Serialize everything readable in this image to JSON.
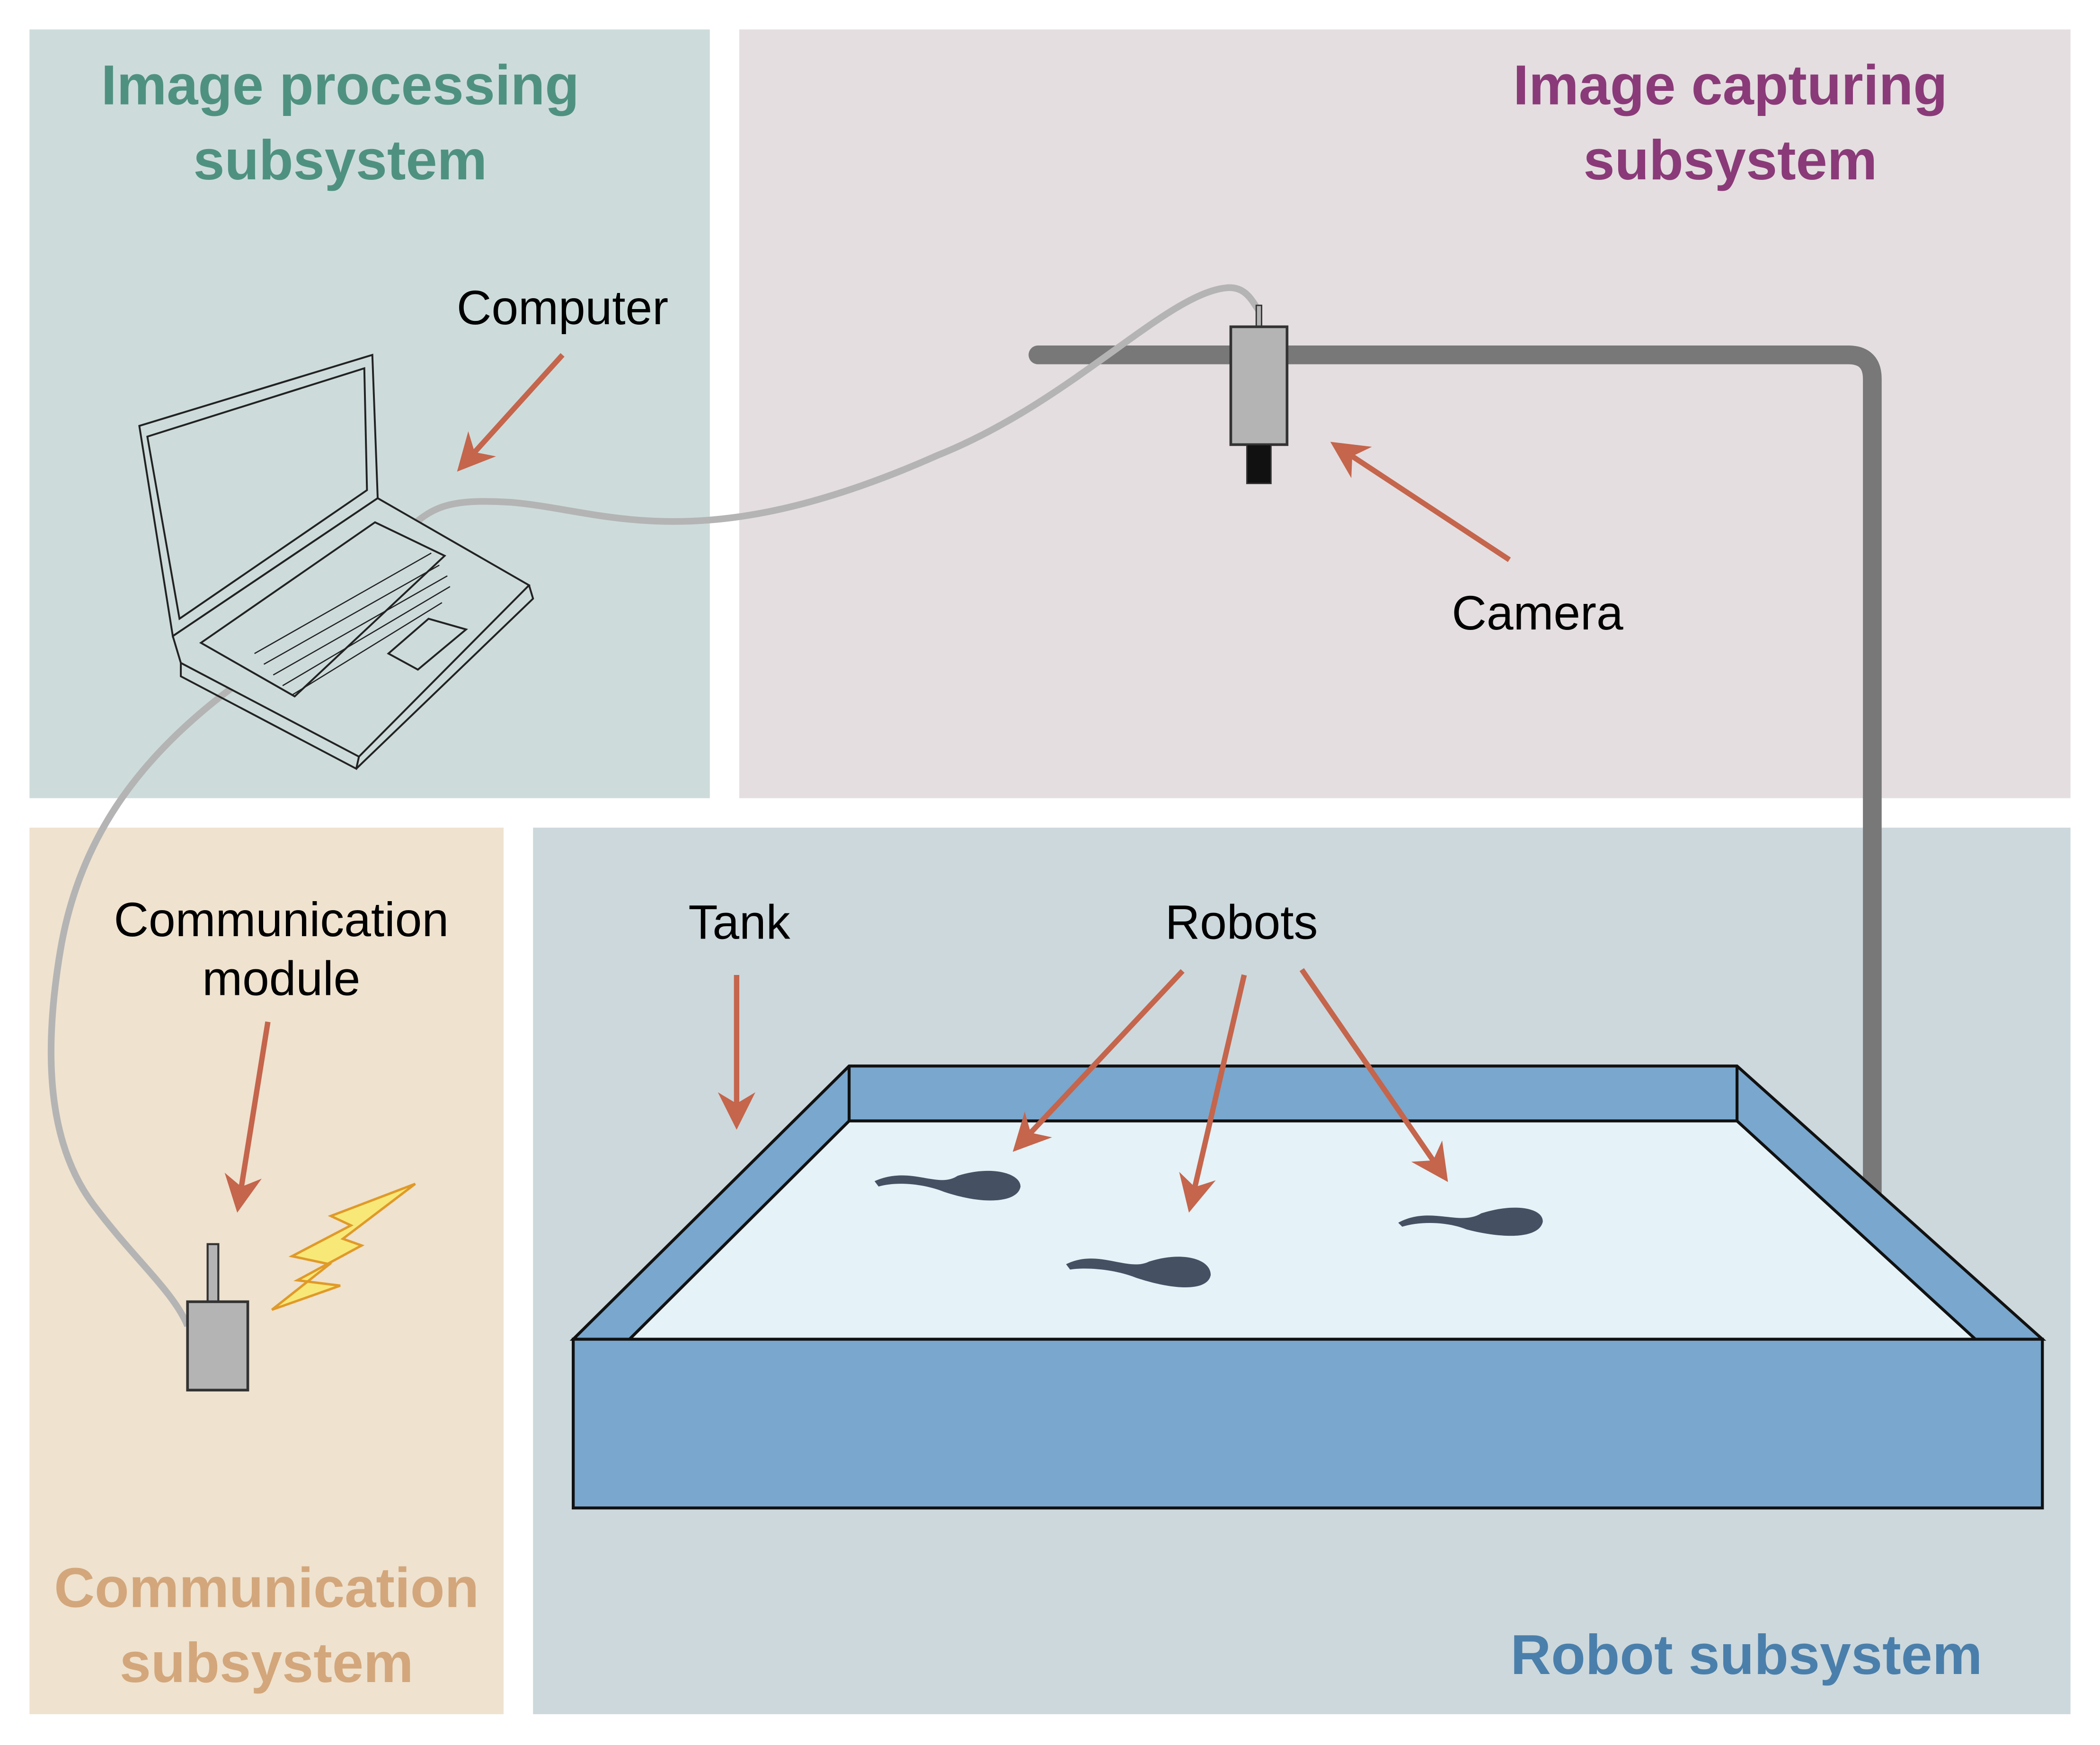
{
  "panels": {
    "image_processing": {
      "title_line1": "Image processing",
      "title_line2": "subsystem",
      "color": "#4f9180",
      "bg": "#cddcdb"
    },
    "image_capturing": {
      "title_line1": "Image capturing",
      "title_line2": "subsystem",
      "color": "#8a3a78",
      "bg": "#e4dee0"
    },
    "communication": {
      "title_line1": "Communication",
      "title_line2": "subsystem",
      "color": "#d3a77b",
      "bg": "#efe2cf"
    },
    "robot": {
      "title": "Robot subsystem",
      "color": "#4a7fab",
      "bg": "#cdd8dc"
    }
  },
  "labels": {
    "computer": "Computer",
    "camera": "Camera",
    "communication_module_line1": "Communication",
    "communication_module_line2": "module",
    "tank": "Tank",
    "robots": "Robots"
  },
  "colors": {
    "arrow": "#c4654c",
    "cable": "#b4b4b4",
    "mount": "#787878",
    "tank_wall": "#79a7cd",
    "water": "#e5f2f7",
    "robot_body": "#465063",
    "lightning_fill": "#f8e878",
    "lightning_stroke": "#e09a28"
  }
}
